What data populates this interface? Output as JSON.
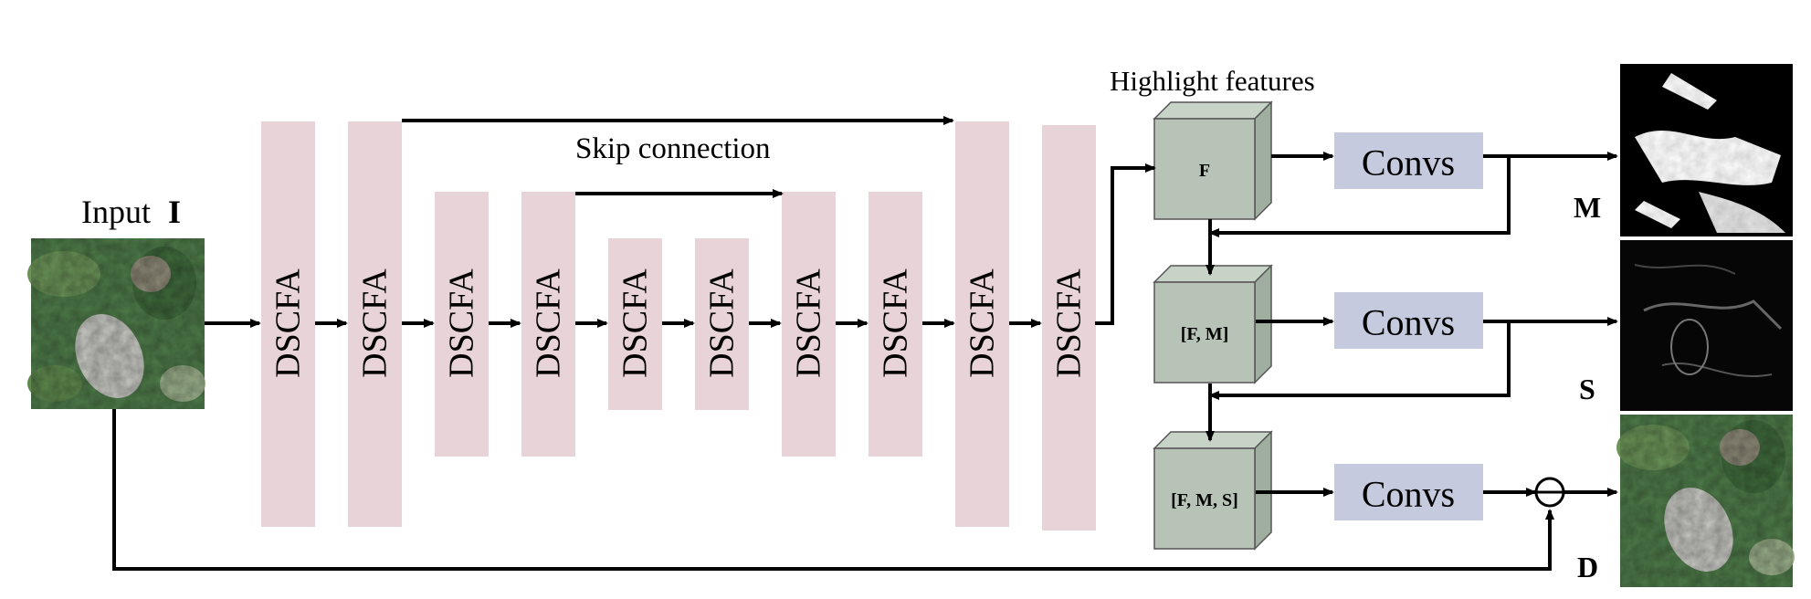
{
  "input": {
    "label": "Input",
    "symbol": "I"
  },
  "encoder_decoder": {
    "block_label": "DSCFA",
    "skip_label": "Skip connection",
    "block_color": "#e8d4d8"
  },
  "highlight": {
    "title": "Highlight features",
    "cube_color": "#b6c3b6",
    "cube_labels": [
      "F",
      "[F, M]",
      "[F, M, S]"
    ]
  },
  "convs": {
    "label": "Convs",
    "color": "#c6cade"
  },
  "outputs": [
    "M",
    "S",
    "D"
  ],
  "operator": {
    "symbol": "⊖",
    "meaning": "subtract"
  }
}
